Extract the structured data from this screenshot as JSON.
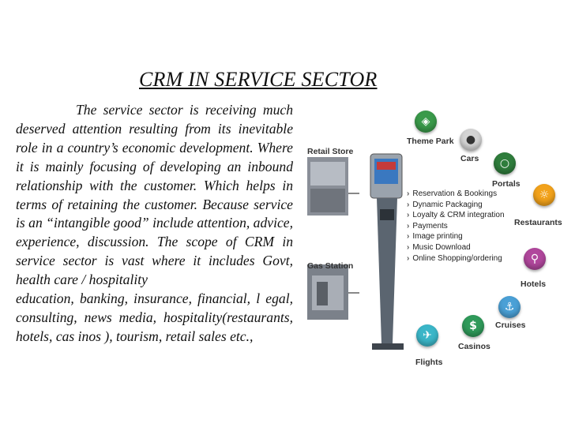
{
  "slide": {
    "title": "CRM IN SERVICE SECTOR",
    "paragraph_1": "The service sector is receiving much deserved attention resulting from its inevitable role in a country’s economic development. Where it is mainly focusing of developing an inbound relationship with the customer. Which helps in terms of retaining the customer. Because service is an “intangible good” include attention, advice, experience, discussion. The scope of CRM in service sector is vast where it includes Govt, health care / hospitality",
    "paragraph_2": "education, banking, insurance, financial, l egal, consulting, news media, hospitality(restaurants, hotels, cas inos ), tourism, retail sales etc.,"
  },
  "figure": {
    "location_labels": {
      "retail_store": "Retail Store",
      "gas_station": "Gas Station"
    },
    "features": [
      "Reservation & Bookings",
      "Dynamic Packaging",
      "Loyalty & CRM integration",
      "Payments",
      "Image printing",
      "Music Download",
      "Online Shopping/ordering"
    ],
    "services": {
      "theme_park": "Theme Park",
      "cars": "Cars",
      "portals": "Portals",
      "restaurants": "Restaurants",
      "hotels": "Hotels",
      "cruises": "Cruises",
      "casinos": "Casinos",
      "flights": "Flights"
    },
    "icon_colors": {
      "theme_park": "#3a9a4a",
      "cars": "#d4d4d4",
      "portals": "#2f7d3c",
      "restaurants": "#f2a21b",
      "hotels": "#b0479c",
      "cruises": "#4aa0d6",
      "casinos": "#2f9a5a",
      "flights": "#3bb6c8"
    }
  }
}
